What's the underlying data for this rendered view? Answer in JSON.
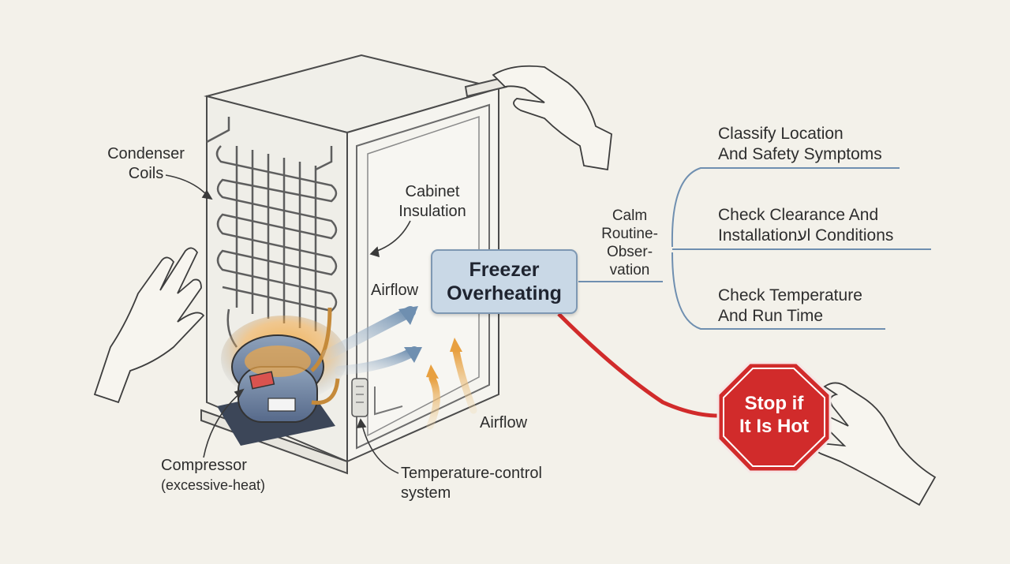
{
  "labels": {
    "condenser_coils": [
      "Condenser",
      "Coils"
    ],
    "cabinet_insulation": [
      "Cabinet",
      "Insulation"
    ],
    "airflow_upper": "Airflow",
    "airflow_lower": "Airflow",
    "compressor": [
      "Compressor",
      "(excessive-heat)"
    ],
    "temperature_control": [
      "Temperature-control",
      "system"
    ]
  },
  "central_node": [
    "Freezer",
    "Overheating"
  ],
  "branch_label": [
    "Calm",
    "Routine-",
    "Obser-",
    "vation"
  ],
  "steps": [
    [
      "Classify Location",
      "And Safety Symptoms"
    ],
    [
      "Check Clearance And",
      "Installationעl Conditions"
    ],
    [
      "Check Temperature",
      "And Run Time"
    ]
  ],
  "stop_sign": [
    "Stop if",
    "It Is Hot"
  ],
  "colors": {
    "background": "#f3f1ea",
    "box_fill": "#c9d8e6",
    "box_border": "#7e98b3",
    "stop_red": "#d12b2b",
    "branch_blue": "#6f8fb0",
    "hot_orange": "#e8a040",
    "airflow_blue": "#6f8fb0"
  }
}
